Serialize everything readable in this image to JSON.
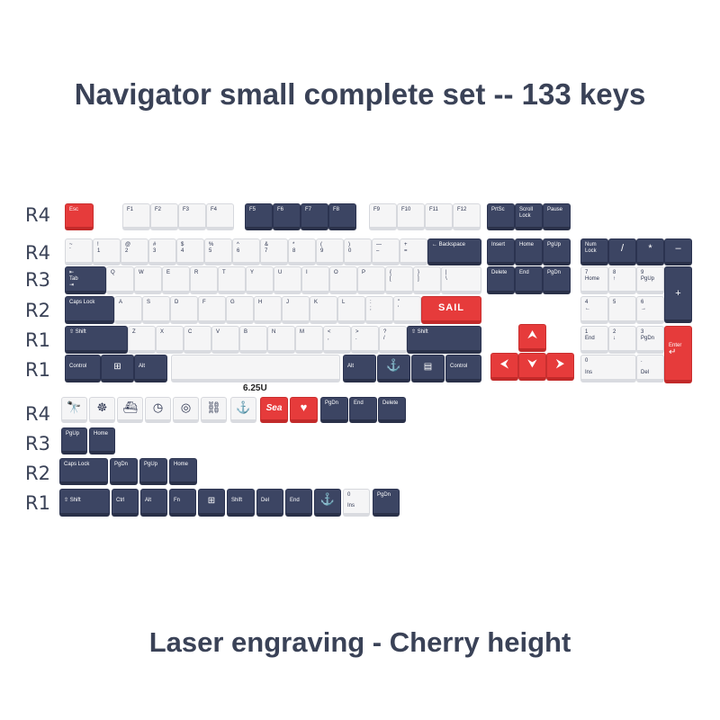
{
  "title": "Navigator small complete set -- 133 keys",
  "subtitle": "Laser engraving - Cherry height",
  "unit_label": "6.25U",
  "row_labels": [
    "R4",
    "R4",
    "R3",
    "R2",
    "R1",
    "R1",
    "R4",
    "R3",
    "R2",
    "R1"
  ],
  "keys": {
    "esc": "Esc",
    "f1": "F1",
    "f2": "F2",
    "f3": "F3",
    "f4": "F4",
    "f5": "F5",
    "f6": "F6",
    "f7": "F7",
    "f8": "F8",
    "f9": "F9",
    "f10": "F10",
    "f11": "F11",
    "f12": "F12",
    "prtsc": "PrtSc",
    "scroll": "Scroll Lock",
    "pause": "Pause",
    "num_row": [
      {
        "top": "~",
        "bot": "`"
      },
      {
        "top": "!",
        "bot": "1"
      },
      {
        "top": "@",
        "bot": "2"
      },
      {
        "top": "#",
        "bot": "3"
      },
      {
        "top": "$",
        "bot": "4"
      },
      {
        "top": "%",
        "bot": "5"
      },
      {
        "top": "^",
        "bot": "6"
      },
      {
        "top": "&",
        "bot": "7"
      },
      {
        "top": "*",
        "bot": "8"
      },
      {
        "top": "(",
        "bot": "9"
      },
      {
        "top": ")",
        "bot": "0"
      },
      {
        "top": "—",
        "bot": "–"
      },
      {
        "top": "+",
        "bot": "="
      }
    ],
    "backspace": "← Backspace",
    "insert": "Insert",
    "home": "Home",
    "pgup": "PgUp",
    "numlock": "Num Lock",
    "slash": "/",
    "star": "*",
    "minus": "–",
    "tab": "Tab",
    "qrow": [
      "Q",
      "W",
      "E",
      "R",
      "T",
      "Y",
      "U",
      "I",
      "O",
      "P"
    ],
    "lbrace": {
      "top": "{",
      "bot": "["
    },
    "rbrace": {
      "top": "}",
      "bot": "]"
    },
    "pipe": {
      "top": "|",
      "bot": "\\"
    },
    "delete": "Delete",
    "end": "End",
    "pgdn": "PgDn",
    "np7": {
      "top": "7",
      "bot": "Home"
    },
    "np8": {
      "top": "8",
      "bot": "↑"
    },
    "np9": {
      "top": "9",
      "bot": "PgUp"
    },
    "plus": "+",
    "capslock": "Caps Lock",
    "arow": [
      "A",
      "S",
      "D",
      "F",
      "G",
      "H",
      "J",
      "K",
      "L"
    ],
    "semi": {
      "top": ":",
      "bot": ";"
    },
    "quote": {
      "top": "\"",
      "bot": "'"
    },
    "sail": "SAIL",
    "np4": {
      "top": "4",
      "bot": "←"
    },
    "np5": {
      "top": "5",
      "bot": ""
    },
    "np6": {
      "top": "6",
      "bot": "→"
    },
    "shift": "Shift",
    "zrow": [
      "Z",
      "X",
      "C",
      "V",
      "B",
      "N",
      "M"
    ],
    "comma": {
      "top": "<",
      "bot": ","
    },
    "period": {
      "top": ">",
      "bot": "."
    },
    "fslash": {
      "top": "?",
      "bot": "/"
    },
    "rshift": "Shift",
    "np1": {
      "top": "1",
      "bot": "End"
    },
    "np2": {
      "top": "2",
      "bot": "↓"
    },
    "np3": {
      "top": "3",
      "bot": "PgDn"
    },
    "enter": "Enter",
    "control": "Control",
    "alt": "Alt",
    "ralt": "Alt",
    "rcontrol": "Control",
    "np0": {
      "top": "0",
      "bot": "Ins"
    },
    "npdot": {
      "top": ".",
      "bot": "Del"
    },
    "sea": "Sea",
    "extra_pgdn": "PgDn",
    "extra_end": "End",
    "extra_delete": "Delete",
    "r3_pgup": "PgUp",
    "r3_home": "Home",
    "r2_caps": "Caps Lock",
    "r2_pgdn": "PgDn",
    "r2_pgup": "PgUp",
    "r2_home": "Home",
    "r1_shift": "Shift",
    "r1_ctrl": "Ctrl",
    "r1_alt": "Alt",
    "r1_fn": "Fn",
    "r1_shift2": "Shift",
    "r1_del": "Del",
    "r1_end": "End",
    "r1_ins": {
      "top": "0",
      "bot": "Ins"
    },
    "r1_pgdn": "PgDn"
  },
  "colors": {
    "navy": "#3c4563",
    "red": "#e63b3b",
    "white": "#f5f5f6",
    "text": "#3a4257"
  }
}
